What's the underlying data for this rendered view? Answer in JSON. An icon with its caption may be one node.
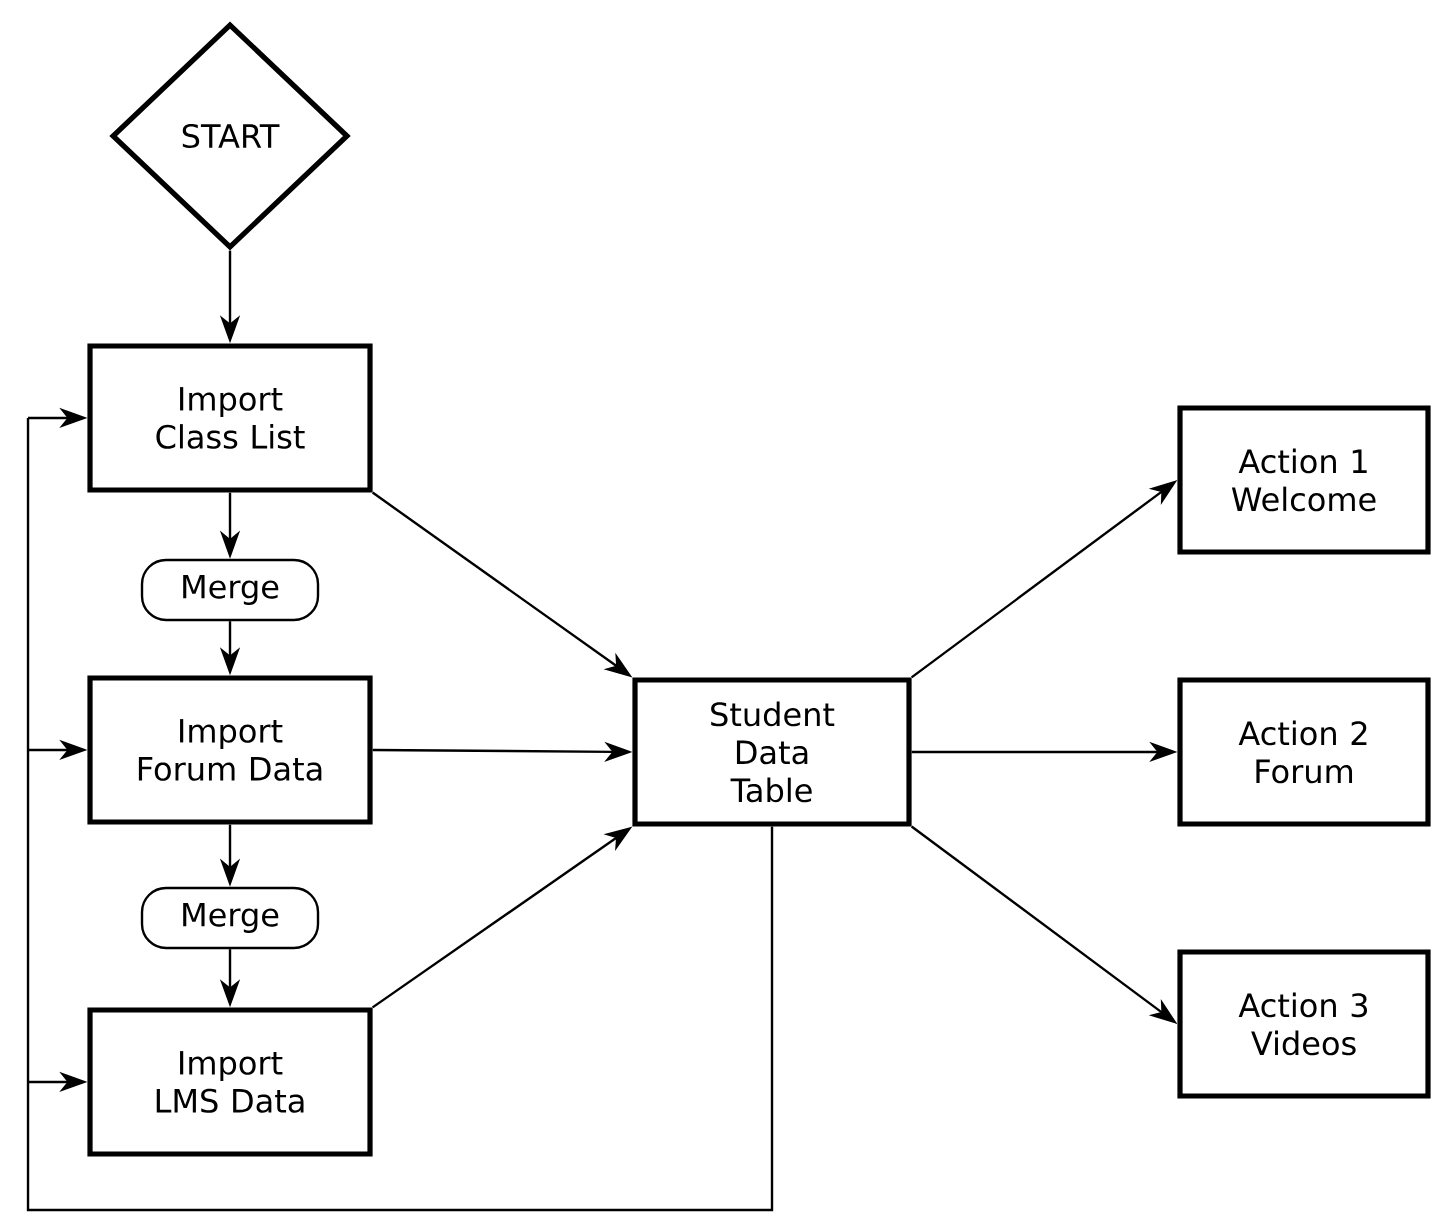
{
  "diagram": {
    "nodes": [
      {
        "text": [
          "START"
        ]
      },
      {
        "text": [
          "Import Class List"
        ]
      },
      {
        "text": [
          "Merge"
        ]
      },
      {
        "text": [
          "Import Forum Data"
        ]
      },
      {
        "text": [
          "Merge"
        ]
      },
      {
        "text": [
          "Import LMS Data"
        ]
      },
      {
        "text": [
          "Student Data Table"
        ]
      },
      {
        "text": [
          "Action 1 Welcome"
        ]
      },
      {
        "text": [
          "Action 2 Forum"
        ]
      },
      {
        "text": [
          "Action 3 Videos"
        ]
      }
    ],
    "edges": [
      {
        "from": 0,
        "to": 1,
        "arrow": "to"
      },
      {
        "from": 1,
        "to": 2,
        "arrow": "to"
      },
      {
        "from": 2,
        "to": 3,
        "arrow": "to"
      },
      {
        "from": 3,
        "to": 4,
        "arrow": "to"
      },
      {
        "from": 4,
        "to": 5,
        "arrow": "to"
      },
      {
        "from": 1,
        "to": 6,
        "arrow": "to"
      },
      {
        "from": 3,
        "to": 6,
        "arrow": "to"
      },
      {
        "from": 5,
        "to": 6,
        "arrow": "to"
      },
      {
        "from": 6,
        "to": 7,
        "arrow": "to"
      },
      {
        "from": 6,
        "to": 8,
        "arrow": "to"
      },
      {
        "from": 6,
        "to": 9,
        "arrow": "to"
      },
      {
        "from": 6,
        "to": 1,
        "arrow": "to"
      },
      {
        "from": 6,
        "to": 3,
        "arrow": "to"
      },
      {
        "from": 6,
        "to": 5,
        "arrow": "to"
      }
    ]
  }
}
